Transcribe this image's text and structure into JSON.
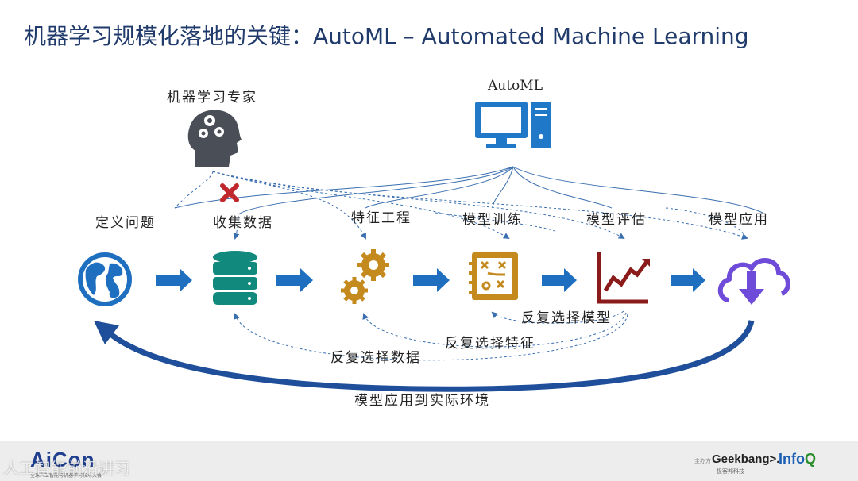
{
  "title": "机器学习规模化落地的关键：AutoML – Automated Machine Learning",
  "nodes": {
    "expert": "机器学习专家",
    "automl": "AutoML"
  },
  "steps": [
    {
      "label": "定义问题",
      "icon": "globe-icon"
    },
    {
      "label": "收集数据",
      "icon": "database-icon"
    },
    {
      "label": "特征工程",
      "icon": "gears-icon"
    },
    {
      "label": "模型训练",
      "icon": "strategy-board-icon"
    },
    {
      "label": "模型评估",
      "icon": "chart-line-icon"
    },
    {
      "label": "模型应用",
      "icon": "cloud-download-icon"
    }
  ],
  "loops": {
    "model": "反复选择模型",
    "feature": "反复选择特征",
    "data": "反复选择数据",
    "deploy": "模型应用到实际环境"
  },
  "footer": {
    "aicon": "AiCon",
    "aicon_sub": "全球人工智能与机器学习技术大会",
    "geek_pre": "主办方",
    "geekbang": "Geekbang>.",
    "geekbang_sub": "极客邦科技",
    "infoq_a": "Info",
    "infoq_b": "Q",
    "watermark": "人工智能前沿讲习"
  },
  "colors": {
    "title": "#1f3a6b",
    "flow_arrow": "#1f6fc1",
    "expert_head": "#4a4f57",
    "computer": "#1f78c8",
    "globe": "#1f6fc1",
    "database": "#12897d",
    "gears": "#c48a1e",
    "board": "#c48a1e",
    "chart": "#8b1a1a",
    "cloud": "#6e4bd8",
    "cross": "#c0282d",
    "dashed": "#3a6fb0"
  }
}
